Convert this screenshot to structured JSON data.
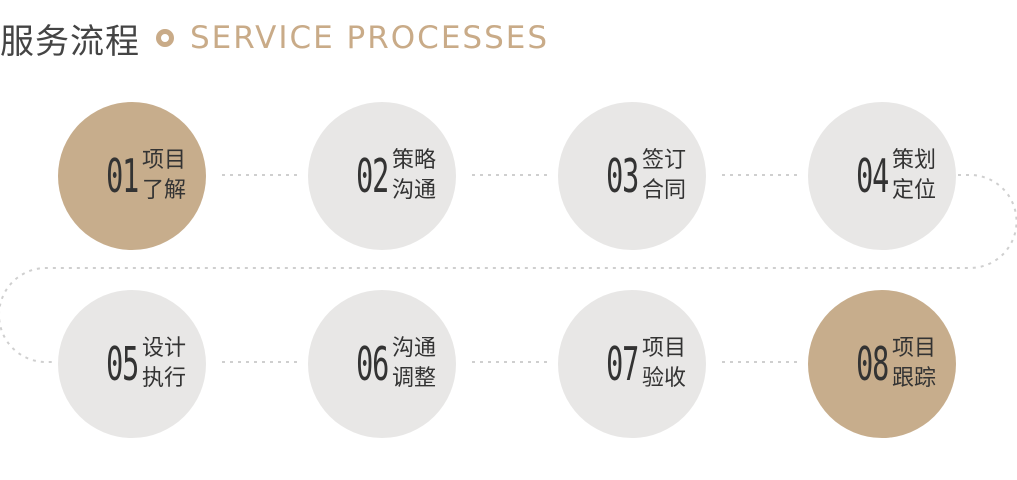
{
  "header": {
    "title_cn": "服务流程",
    "title_en": "SERVICE PROCESSES"
  },
  "colors": {
    "accent": "#c7ad8c",
    "circle_gray": "#e8e7e6",
    "text_dark": "#333333",
    "connector": "#cfcfcf"
  },
  "steps": [
    {
      "num": "01",
      "line1": "项目",
      "line2": "了解",
      "style": "tan"
    },
    {
      "num": "02",
      "line1": "策略",
      "line2": "沟通",
      "style": "gray"
    },
    {
      "num": "03",
      "line1": "签订",
      "line2": "合同",
      "style": "gray"
    },
    {
      "num": "04",
      "line1": "策划",
      "line2": "定位",
      "style": "gray"
    },
    {
      "num": "05",
      "line1": "设计",
      "line2": "执行",
      "style": "gray"
    },
    {
      "num": "06",
      "line1": "沟通",
      "line2": "调整",
      "style": "gray"
    },
    {
      "num": "07",
      "line1": "项目",
      "line2": "验收",
      "style": "gray"
    },
    {
      "num": "08",
      "line1": "项目",
      "line2": "跟踪",
      "style": "tan"
    }
  ]
}
